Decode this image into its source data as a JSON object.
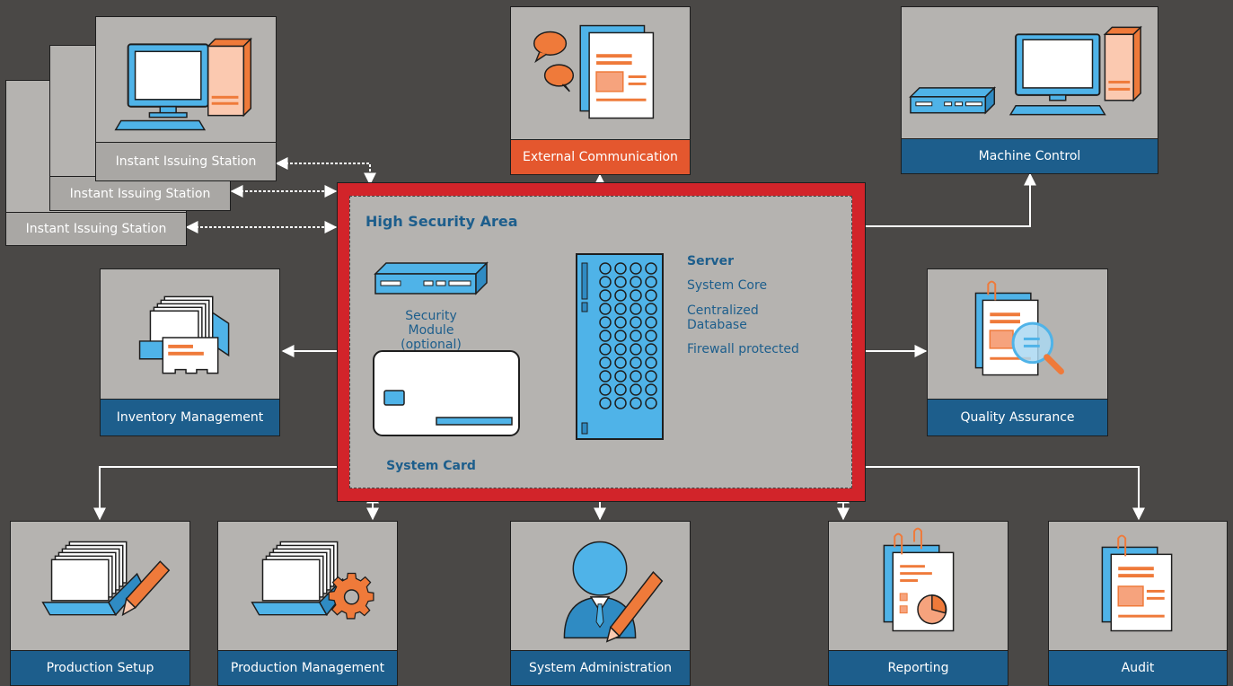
{
  "colors": {
    "background": "#4a4846",
    "panel": "#b5b3b0",
    "label_blue": "#1d5e8c",
    "label_orange": "#e4572e",
    "security_red": "#d2242a",
    "icon_blue": "#4fb3e8",
    "icon_orange": "#ef7a3a"
  },
  "stations": [
    {
      "label": "Instant Issuing Station"
    },
    {
      "label": "Instant Issuing Station"
    },
    {
      "label": "Instant Issuing Station"
    }
  ],
  "nodes": {
    "external_communication": {
      "label": "External Communication",
      "icon": "chat-document-icon"
    },
    "machine_control": {
      "label": "Machine Control",
      "icon": "computer-device-icon"
    },
    "inventory_management": {
      "label": "Inventory Management",
      "icon": "card-stack-icon"
    },
    "quality_assurance": {
      "label": "Quality Assurance",
      "icon": "magnifier-document-icon"
    },
    "production_setup": {
      "label": "Production Setup",
      "icon": "card-stack-pen-icon"
    },
    "production_management": {
      "label": "Production Management",
      "icon": "card-stack-gear-icon"
    },
    "system_administration": {
      "label": "System Administration",
      "icon": "admin-user-icon"
    },
    "reporting": {
      "label": "Reporting",
      "icon": "report-chart-icon"
    },
    "audit": {
      "label": "Audit",
      "icon": "audit-document-icon"
    }
  },
  "high_security_area": {
    "title": "High Security Area",
    "security_module": "Security Module (optional)",
    "system_card": "System Card",
    "server_title": "Server",
    "server_features": [
      "System Core",
      "Centralized Database",
      "Firewall protected"
    ]
  }
}
